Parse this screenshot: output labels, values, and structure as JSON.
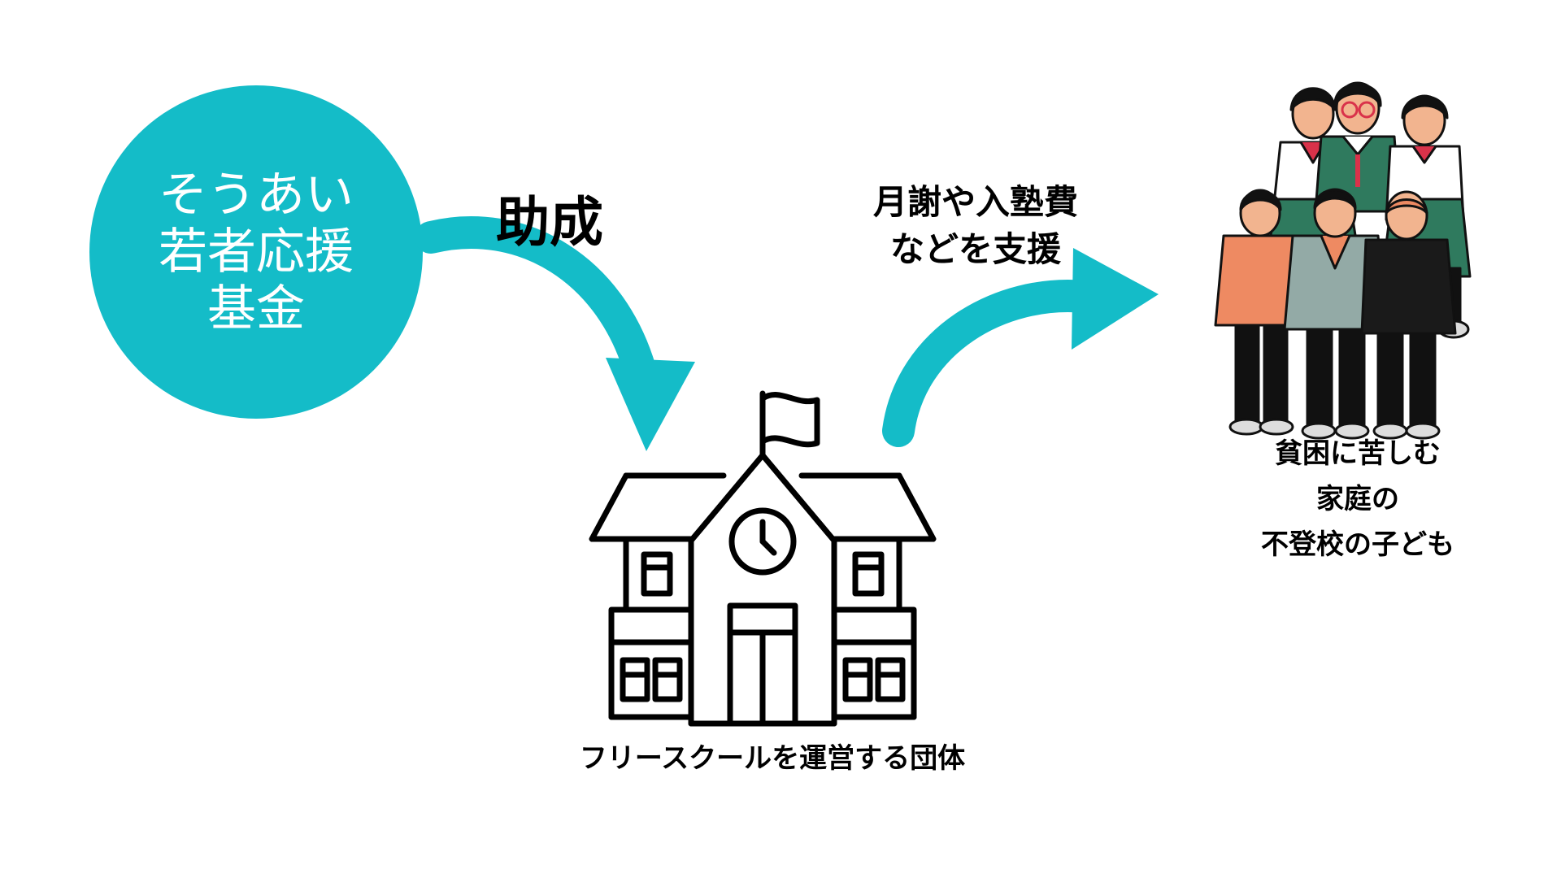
{
  "fund": {
    "lines": [
      "そうあい",
      "若者応援",
      "基金"
    ]
  },
  "flow": {
    "grant_label": "助成",
    "support_lines": [
      "月謝や入塾費",
      "などを支援"
    ]
  },
  "school": {
    "label": "フリースクールを運営する団体"
  },
  "children": {
    "lines": [
      "貧困に苦しむ",
      "家庭の",
      "不登校の子ども"
    ]
  },
  "colors": {
    "accent": "#14bcc8"
  },
  "icons": {
    "school": "school-building-icon",
    "students": "students-group-illustration"
  }
}
